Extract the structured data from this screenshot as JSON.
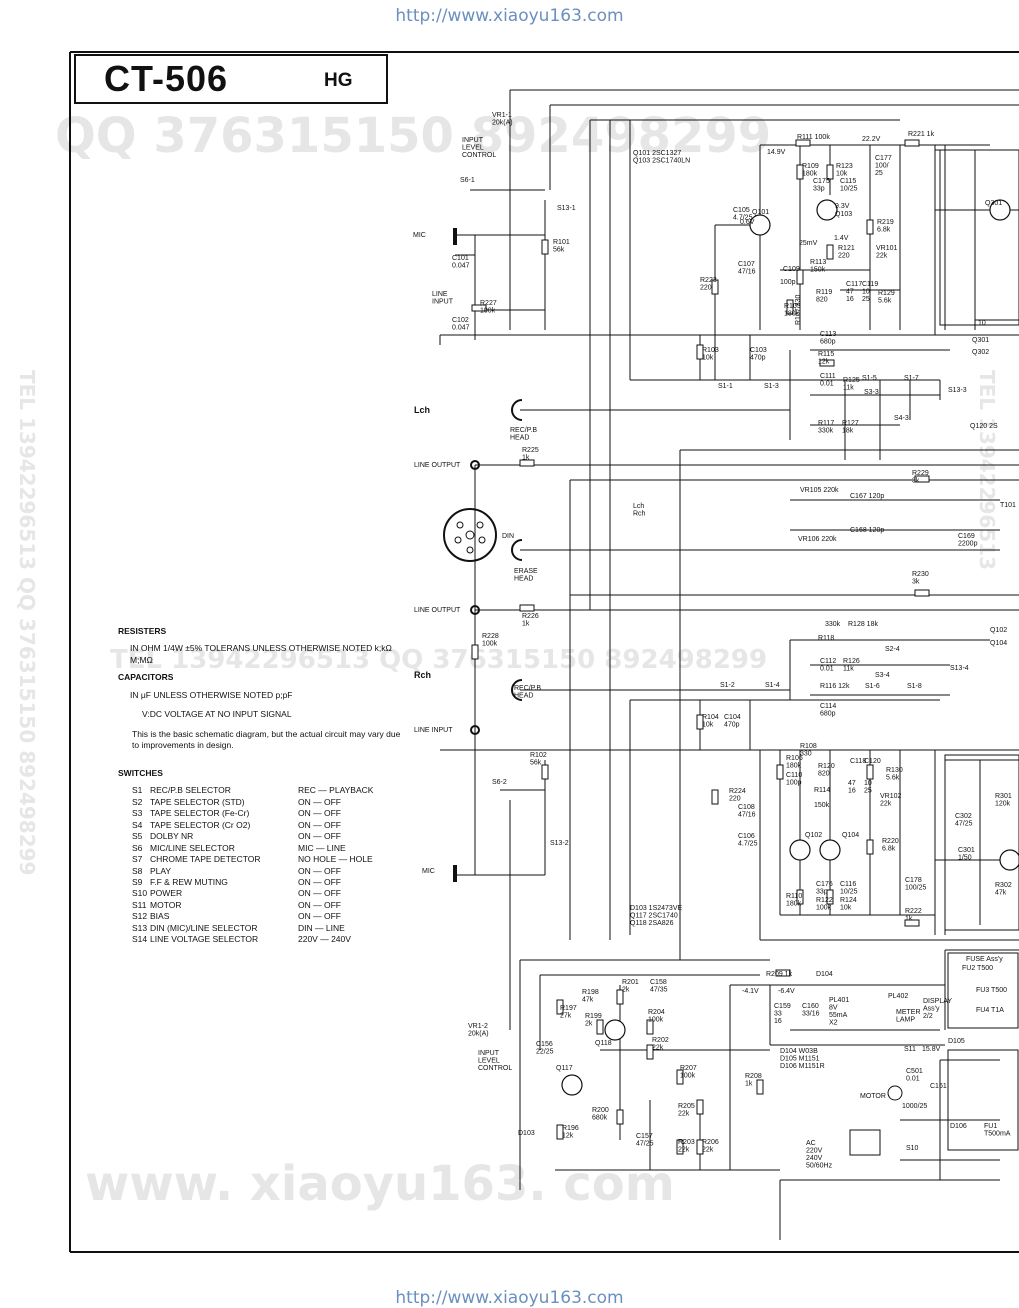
{
  "urls": {
    "top": "http://www.xiaoyu163.com",
    "bottom": "http://www.xiaoyu163.com"
  },
  "title": {
    "model": "CT-506",
    "suffix": "HG"
  },
  "watermarks": {
    "qq_top": "QQ 376315150  892498299",
    "qq_mid": "TEL 13942296513  QQ 376315150  892498299",
    "tel_right": "TEL 13942296513",
    "www": "www. xiaoyu163. com",
    "side": "TEL 13942296513  QQ 376315150  892498299"
  },
  "notes": {
    "resisters_head": "RESISTERS",
    "resisters_line": "IN OHM 1/4W ±5% TOLERANS UNLESS OTHERWISE NOTED k;kΩ M;MΩ",
    "capacitors_head": "CAPACITORS",
    "capacitors_line": "IN μF UNLESS OTHERWISE NOTED p;pF",
    "voltage_line": "V:DC VOLTAGE AT NO INPUT SIGNAL",
    "basic_line": "This is the basic schematic diagram, but the actual circuit may vary due to improvements in design.",
    "switches_head": "SWITCHES",
    "switches": [
      {
        "id": "S1",
        "name": "REC/P.B SELECTOR",
        "state": "REC — PLAYBACK"
      },
      {
        "id": "S2",
        "name": "TAPE SELECTOR (STD)",
        "state": "ON — OFF"
      },
      {
        "id": "S3",
        "name": "TAPE SELECTOR (Fe-Cr)",
        "state": "ON — OFF"
      },
      {
        "id": "S4",
        "name": "TAPE SELECTOR (Cr O2)",
        "state": "ON — OFF"
      },
      {
        "id": "S5",
        "name": "DOLBY NR",
        "state": "ON — OFF"
      },
      {
        "id": "S6",
        "name": "MIC/LINE SELECTOR",
        "state": "MIC — LINE"
      },
      {
        "id": "S7",
        "name": "CHROME TAPE DETECTOR",
        "state": "NO HOLE — HOLE"
      },
      {
        "id": "S8",
        "name": "PLAY",
        "state": "ON — OFF"
      },
      {
        "id": "S9",
        "name": "F.F & REW MUTING",
        "state": "ON — OFF"
      },
      {
        "id": "S10",
        "name": "POWER",
        "state": "ON — OFF"
      },
      {
        "id": "S11",
        "name": "MOTOR",
        "state": "ON — OFF"
      },
      {
        "id": "S12",
        "name": "BIAS",
        "state": "ON — OFF"
      },
      {
        "id": "S13",
        "name": "DIN (MIC)/LINE SELECTOR",
        "state": "DIN — LINE"
      },
      {
        "id": "S14",
        "name": "LINE VOLTAGE SELECTOR",
        "state": "220V — 240V"
      }
    ]
  },
  "labels": {
    "vr1_1": "VR1-1\n20k(A)",
    "input_level_top": "INPUT\nLEVEL\nCONTROL",
    "s6_1": "S6-1",
    "mic_top": "MIC",
    "c101": "C101\n0.047",
    "line_input_top": "LINE\nINPUT",
    "r227": "R227\n100k",
    "c102": "C102\n0.047",
    "r101": "R101\n56k",
    "s13_1": "S13-1",
    "lch": "Lch",
    "rec_pb_head_top": "REC/P.B\nHEAD",
    "line_output_top": "LINE OUTPUT",
    "r225": "R225\n1k",
    "din": "DIN",
    "erase_head": "ERASE\nHEAD",
    "line_output_mid": "LINE OUTPUT",
    "r226": "R226\n1k",
    "r228": "R228\n100k",
    "rch": "Rch",
    "rec_pb_head_bot": "REC/P.B\nHEAD",
    "line_input_bot": "LINE INPUT",
    "r102": "R102\n56k",
    "s6_2": "S6-2",
    "s13_2": "S13-2",
    "mic_bot": "MIC",
    "vr1_2": "VR1-2\n20k(A)",
    "input_level_bot": "INPUT\nLEVEL\nCONTROL",
    "transistors_top": "Q101  2SC1327\nQ103  2SC1740LN",
    "v149": "14.9V",
    "r111": "R111  100k",
    "v222": "22.2V",
    "r221": "R221  1k",
    "r109": "R109\n180k",
    "r123": "R123\n10k",
    "c175": "C175\n33p",
    "c115": "C115\n10/25",
    "c177": "C177\n100/\n25",
    "c105": "C105\n4.7/25",
    "v06": "0.6V",
    "q101": "Q101",
    "v93": "9.3V",
    "q103": "Q103",
    "r219": "R219\n6.8k",
    "v14": "1.4V",
    "mv25": "25mV",
    "r121": "R121\n220",
    "vr101": "VR101\n22k",
    "c107": "C107\n47/16",
    "c109": "C109",
    "r113": "R113\n150k",
    "r223": "R223\n220",
    "c100p": "100p",
    "r119": "R119\n820",
    "c117": "C117\n47\n16",
    "c119": "C119\n10\n25",
    "r129": "R129\n5.6k",
    "r105": "R105\n180k",
    "r107": "R107 330",
    "q301": "Q301",
    "q302": "Q302",
    "c113": "C113\n680p",
    "r103": "R103\n10k",
    "c103": "C103\n470p",
    "r115": "R115\n12k",
    "c111": "C111\n0.01",
    "r125": "R125\n11k",
    "s1_5": "S1-5",
    "s1_7": "S1-7",
    "s13_3": "S13-3",
    "s1_1": "S1-1",
    "s1_3": "S1-3",
    "s3_3": "S3-3",
    "s4_3": "S4-3",
    "r117": "R117\n330k",
    "r127": "R127\n18k",
    "q120": "Q120  2S",
    "r229": "R229\n3k",
    "vr105": "VR105  220k",
    "c167": "C167  120p",
    "lch_rch": "Lch\nRch",
    "c168": "C168  120p",
    "vr106": "VR106  220k",
    "c169": "C169\n2200p",
    "t101": "T101",
    "r230": "R230\n3k",
    "r118_330": "330k",
    "r128": "R128  18k",
    "r118": "R118",
    "q102": "Q102",
    "q104": "Q104",
    "c112": "C112\n0.01",
    "r126": "R126\n11k",
    "s2_4": "S2-4",
    "s3_4": "S3-4",
    "s13_4": "S13-4",
    "s1_2": "S1-2",
    "s1_4": "S1-4",
    "r116": "R116  12k",
    "s1_6": "S1-6",
    "s1_8": "S1-8",
    "c114": "C114\n680p",
    "r104": "R104\n10k",
    "c104": "C104\n470p",
    "r106": "R106\n180k",
    "r108": "R108\n330",
    "r120": "R120\n820",
    "c118": "C118",
    "c120": "C120",
    "r130": "R130\n5.6k",
    "c110": "C110\n100p",
    "r114": "R114",
    "r114_150k": "150k",
    "c47_16": "47\n16",
    "c10_25": "10\n25",
    "vr102": "VR102\n22k",
    "c302": "C302\n47/25",
    "r302": "R302\n47k",
    "r301": "R301\n120k",
    "r224": "R224\n220",
    "c108": "C108\n47/16",
    "c106": "C106\n4.7/25",
    "q102b": "Q102",
    "q104b": "Q104",
    "r220": "R220\n6.8k",
    "c301": "C301\n1/50",
    "r110": "R110\n180k",
    "c176": "C176\n33p",
    "c116": "C116\n10/25",
    "r122": "R122\n100k",
    "r124": "R124\n10k",
    "c178": "C178\n100/25",
    "r222": "R222\n1k",
    "diodes_mid": "D103  1S2473VE\nQ117  2SC1740\nQ118  2SA826",
    "r209": "R209  1k",
    "d104": "D104",
    "fuse_assy": "FUSE Ass'y",
    "fu2": "FU2  T500",
    "fu3": "FU3  T500",
    "fu4": "FU4  T1A",
    "r198": "R198\n47k",
    "r201": "R201\n2k",
    "c158": "C158\n47/35",
    "v41": "-4.1V",
    "v64": "-6.4V",
    "c159": "C159\n33\n16",
    "c160": "C160\n33/16",
    "pl401": "PL401\n8V\n55mA\nX2",
    "pl402": "PL402",
    "meter_lamp": "METER\nLAMP",
    "display_assy": "DISPLAY\nAss'y\n2/2",
    "r197": "R197\n27k",
    "r199": "R199\n2k",
    "r204": "R204\n100k",
    "q118": "Q118",
    "c156": "C156\n22/25",
    "r202": "R202\n22k",
    "diode_list": "D104  W03B\nD105  M1151\nD106  M1151R",
    "s11": "S11",
    "v158": "15.8V",
    "d105": "D105",
    "r207": "R207\n100k",
    "c501": "C501\n0.01",
    "c161": "C161",
    "q117": "Q117",
    "r208": "R208\n1k",
    "motor": "MOTOR",
    "c1000": "1000/25",
    "r200": "R200\n680k",
    "r205": "R205\n22k",
    "d106": "D106",
    "fu1": "FU1\nT500mA",
    "d103": "D103",
    "r196": "R196\n12k",
    "c157": "C157\n47/25",
    "r203": "R203\n22k",
    "r206": "R206\n22k",
    "ac": "AC\n220V\n240V\n50/60Hz",
    "s10": "S10",
    "q301b": "Q301",
    "t10": "10"
  }
}
